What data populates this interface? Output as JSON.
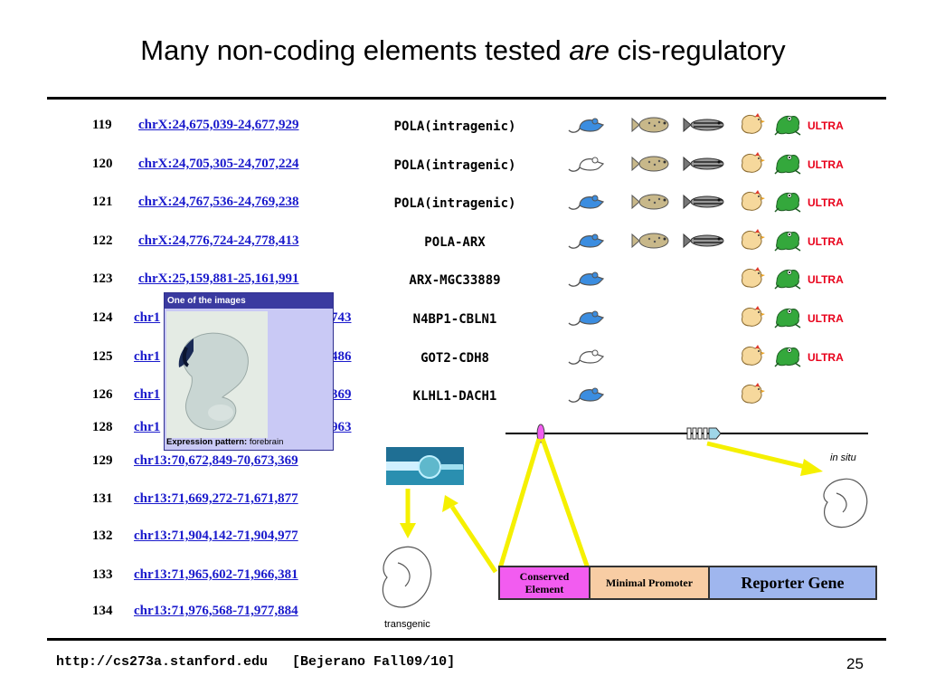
{
  "slide": {
    "title_pre": "Many non-coding elements tested ",
    "title_em": "are",
    "title_post": " cis-regulatory"
  },
  "table": {
    "rows": [
      {
        "num": "119",
        "coord": "chrX:24,675,039-24,677,929",
        "gene": "POLA(intragenic)",
        "mouse": "blue",
        "fish": true,
        "chicken": true,
        "frog": true,
        "ultra": "ULTRA"
      },
      {
        "num": "120",
        "coord": "chrX:24,705,305-24,707,224",
        "gene": "POLA(intragenic)",
        "mouse": "white",
        "fish": true,
        "chicken": true,
        "frog": true,
        "ultra": "ULTRA"
      },
      {
        "num": "121",
        "coord": "chrX:24,767,536-24,769,238",
        "gene": "POLA(intragenic)",
        "mouse": "blue",
        "fish": true,
        "chicken": true,
        "frog": true,
        "ultra": "ULTRA"
      },
      {
        "num": "122",
        "coord": "chrX:24,776,724-24,778,413",
        "gene": "POLA-ARX",
        "mouse": "blue",
        "fish": true,
        "chicken": true,
        "frog": true,
        "ultra": "ULTRA"
      },
      {
        "num": "123",
        "coord": "chrX:25,159,881-25,161,991",
        "gene": "ARX-MGC33889",
        "mouse": "blue",
        "fish": false,
        "chicken": true,
        "frog": true,
        "ultra": "ULTRA"
      },
      {
        "num": "124",
        "coord_start": "chr1",
        "coord_end": "743",
        "gene": "N4BP1-CBLN1",
        "mouse": "blue",
        "fish": false,
        "chicken": true,
        "frog": true,
        "ultra": "ULTRA"
      },
      {
        "num": "125",
        "coord_start": "chr1",
        "coord_end": "486",
        "gene": "GOT2-CDH8",
        "mouse": "white",
        "fish": false,
        "chicken": true,
        "frog": true,
        "ultra": "ULTRA"
      },
      {
        "num": "126",
        "coord_start": "chr1",
        "coord_end": "369",
        "gene": "KLHL1-DACH1",
        "mouse": "blue",
        "fish": false,
        "chicken": true,
        "frog": false,
        "ultra": ""
      },
      {
        "num": "128",
        "coord_start": "chr1",
        "coord_end": "963",
        "gene": "",
        "mouse": "",
        "fish": false,
        "chicken": false,
        "frog": false,
        "ultra": ""
      },
      {
        "num": "129",
        "coord": "chr13:70,672,849-70,673,369",
        "gene": "",
        "mouse": "",
        "fish": false,
        "chicken": false,
        "frog": false,
        "ultra": ""
      },
      {
        "num": "131",
        "coord": "chr13:71,669,272-71,671,877",
        "gene": "",
        "mouse": "",
        "fish": false,
        "chicken": false,
        "frog": false,
        "ultra": ""
      },
      {
        "num": "132",
        "coord": "chr13:71,904,142-71,904,977",
        "gene": "",
        "mouse": "",
        "fish": false,
        "chicken": false,
        "frog": false,
        "ultra": ""
      },
      {
        "num": "133",
        "coord": "chr13:71,965,602-71,966,381",
        "gene": "",
        "mouse": "",
        "fish": false,
        "chicken": false,
        "frog": false,
        "ultra": ""
      },
      {
        "num": "134",
        "coord": "chr13:71,976,568-71,977,884",
        "gene": "",
        "mouse": "",
        "fish": false,
        "chicken": false,
        "frog": false,
        "ultra": ""
      }
    ]
  },
  "popup": {
    "header": "One of the images",
    "footer_label": "Expression pattern:",
    "footer_value": "forebrain"
  },
  "diagram": {
    "in_situ": "in situ",
    "transgenic": "transgenic",
    "conserved": "Conserved Element",
    "minimal": "Minimal Promoter",
    "reporter": "Reporter Gene"
  },
  "footer": {
    "url": "http://cs273a.stanford.edu   [Bejerano Fall09/10]",
    "page": "25"
  },
  "colors": {
    "link": "#1a1acc",
    "ultra": "#e8001a",
    "conserved_bg": "#f25cf0",
    "minimal_bg": "#f8cda4",
    "reporter_bg": "#9fb6ee",
    "arrow": "#f5f000"
  }
}
